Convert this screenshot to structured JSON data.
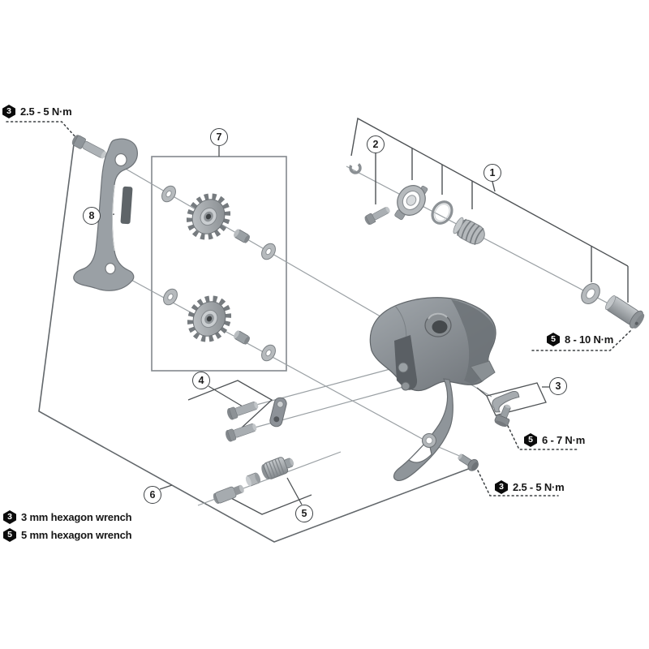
{
  "colors": {
    "background": "#ffffff",
    "badge_black": "#0b0b0b",
    "bracket_line": "#4e5255",
    "axis_line": "#9aa0a4",
    "part_gray": "#9aa0a5"
  },
  "callouts": [
    {
      "number": "1"
    },
    {
      "number": "2"
    },
    {
      "number": "3"
    },
    {
      "number": "4"
    },
    {
      "number": "5"
    },
    {
      "number": "6"
    },
    {
      "number": "7"
    },
    {
      "number": "8"
    }
  ],
  "torque_labels": [
    {
      "tool_size": "3",
      "text": "2.5 - 5 N·m"
    },
    {
      "tool_size": "5",
      "text": "8 - 10 N·m"
    },
    {
      "tool_size": "5",
      "text": "6 - 7 N·m"
    },
    {
      "tool_size": "3",
      "text": "2.5 - 5 N·m"
    }
  ],
  "legend": [
    {
      "tool_size": "3",
      "text": "3 mm hexagon wrench"
    },
    {
      "tool_size": "5",
      "text": "5 mm hexagon wrench"
    }
  ]
}
